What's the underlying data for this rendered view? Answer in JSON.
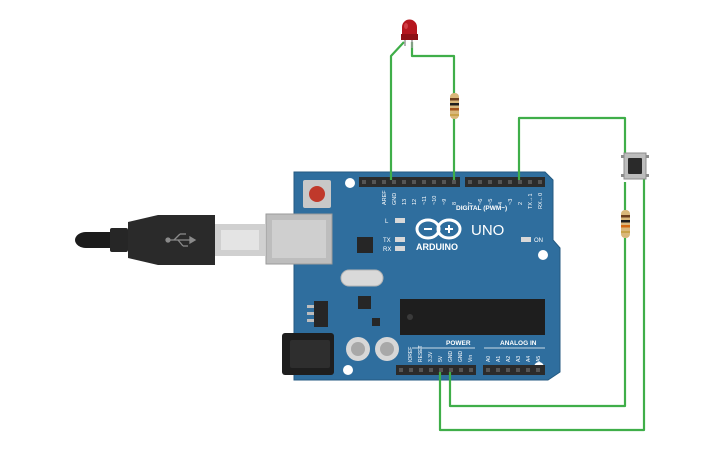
{
  "board": {
    "header_top": {
      "aref": "AREF",
      "gnd": "GND",
      "d13": "13",
      "d12": "12",
      "d11": "~11",
      "d10": "~10",
      "d9": "~9",
      "d8": "8",
      "d7": "7",
      "d6": "~6",
      "d5": "~5",
      "d4": "4",
      "d3": "~3",
      "d2": "2",
      "tx1": "TX→1",
      "rx0": "RX←0"
    },
    "digital_label": "DIGITAL (PWM~)",
    "led_l": "L",
    "led_tx": "TX",
    "led_rx": "RX",
    "brand": "ARDUINO",
    "model": "UNO",
    "on_label": "ON",
    "power_label": "POWER",
    "analog_label": "ANALOG IN",
    "power_pins": {
      "ioref": "IOREF",
      "reset": "RESET",
      "v33": "3.3V",
      "v5": "5V",
      "gnd1": "GND",
      "gnd2": "GND",
      "vin": "Vin"
    },
    "analog_pins": {
      "a0": "A0",
      "a1": "A1",
      "a2": "A2",
      "a3": "A3",
      "a4": "A4",
      "a5": "A5"
    }
  },
  "colors": {
    "board_blue": "#2f6e9e",
    "header_black": "#2b2b2b",
    "wire_green": "#3fae49",
    "led_red": "#b5161e",
    "resistor_body": "#d9b77a",
    "button_gray": "#8c8c8c"
  },
  "components": {
    "led": "red-led",
    "resistor_led": "resistor",
    "resistor_button": "resistor",
    "pushbutton": "pushbutton",
    "usb_cable": "usb-b-cable"
  }
}
